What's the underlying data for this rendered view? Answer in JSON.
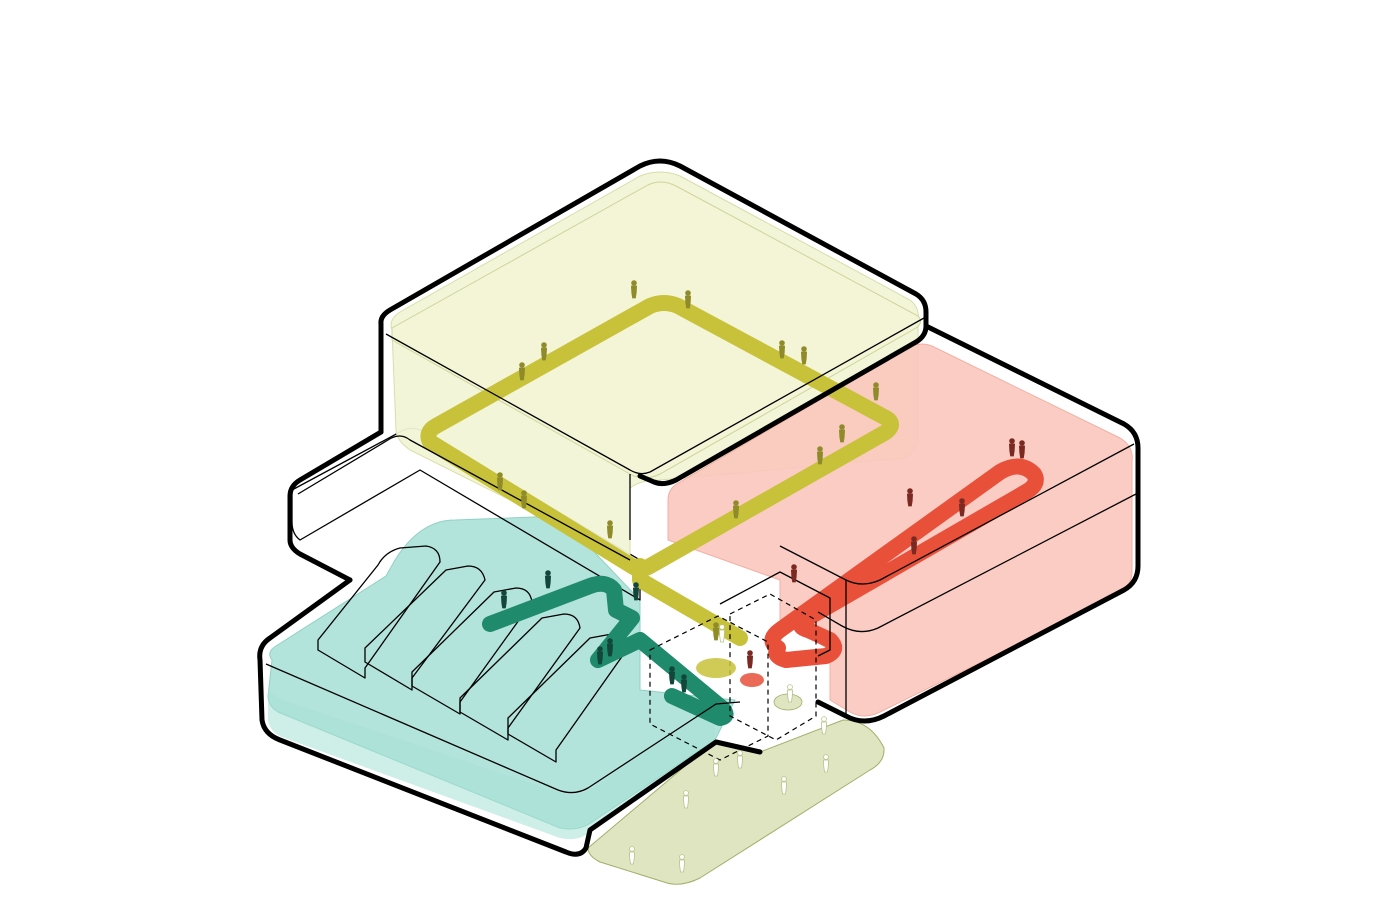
{
  "diagram": {
    "kind": "isometric-building-circulation-diagram",
    "zones": [
      {
        "id": "upper-hall",
        "color": "#f3f5d6",
        "edge": "#d7dca6"
      },
      {
        "id": "right-hall",
        "color": "#fbc7bd",
        "edge": "#f0a89a"
      },
      {
        "id": "left-hall",
        "color": "#a6e0d6",
        "edge": "#7ccab9"
      },
      {
        "id": "outdoor-plaza",
        "color": "#dfe5c1",
        "edge": "#9fb06a"
      }
    ],
    "routes": [
      {
        "id": "yellow-loop-route",
        "color": "#c8c23a"
      },
      {
        "id": "red-ramp-route",
        "color": "#e8503a"
      },
      {
        "id": "green-route",
        "color": "#1f8a6c"
      }
    ],
    "people_color": {
      "yellow": "#8f8b2a",
      "red": "#7a2a22",
      "green": "#13463b",
      "plaza": "#b9c38a"
    }
  }
}
